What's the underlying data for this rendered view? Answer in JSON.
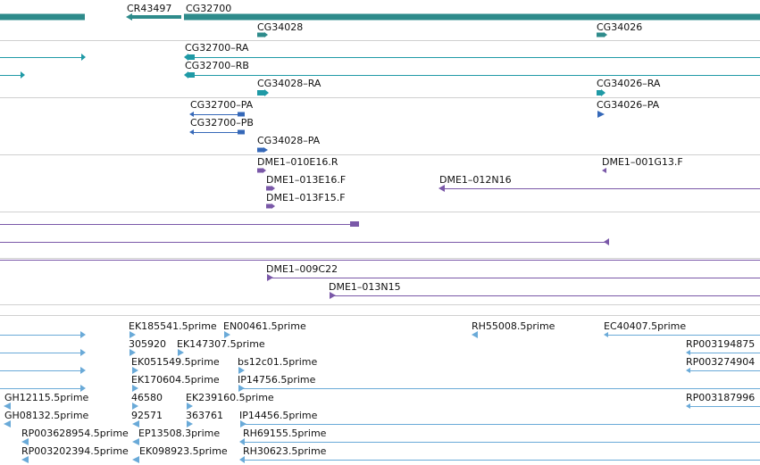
{
  "colors": {
    "gene": "#2e8b8b",
    "transcript": "#1f9aa6",
    "protein": "#3568b8",
    "clone": "#7a58a8",
    "est": "#6aaad8",
    "separator": "#d0d0d0"
  },
  "labels": {
    "cr43497": "CR43497",
    "cg32700": "CG32700",
    "cg34028": "CG34028",
    "cg34026": "CG34026",
    "cg32700_ra": "CG32700–RA",
    "cg32700_rb": "CG32700–RB",
    "cg34028_ra": "CG34028–RA",
    "cg34026_ra": "CG34026–RA",
    "cg32700_pa": "CG32700–PA",
    "cg34026_pa": "CG34026–PA",
    "cg32700_pb": "CG32700–PB",
    "cg34028_pa": "CG34028–PA",
    "dme1_010e16_r": "DME1–010E16.R",
    "dme1_001g13_f": "DME1–001G13.F",
    "dme1_013e16_f": "DME1–013E16.F",
    "dme1_012n16": "DME1–012N16",
    "dme1_013f15_f": "DME1–013F15.F",
    "dme1_009c22": "DME1–009C22",
    "dme1_013n15": "DME1–013N15",
    "ek185541": "EK185541.5prime",
    "en00461": "EN00461.5prime",
    "rh55008": "RH55008.5prime",
    "ec40407": "EC40407.5prime",
    "est_305920": "305920",
    "ek147307": "EK147307.5prime",
    "rp00319487": "RP003194875",
    "ek051549": "EK051549.5prime",
    "bs12c01": "bs12c01.5prime",
    "rp00327490": "RP003274904",
    "ek170604": "EK170604.5prime",
    "ip14756": "IP14756.5prime",
    "gh12115": "GH12115.5prime",
    "est_46580": "46580",
    "ek239160": "EK239160.5prime",
    "rp00318799": "RP003187996",
    "gh08132": "GH08132.5prime",
    "est_92571": "92571",
    "est_363761": "363761",
    "ip14456": "IP14456.5prime",
    "rp003628954": "RP003628954.5prime",
    "ep13508": "EP13508.3prime",
    "rh69155": "RH69155.5prime",
    "rp003202394": "RP003202394.5prime",
    "ek098923": "EK098923.5prime",
    "rh30623": "RH30623.5prime"
  }
}
